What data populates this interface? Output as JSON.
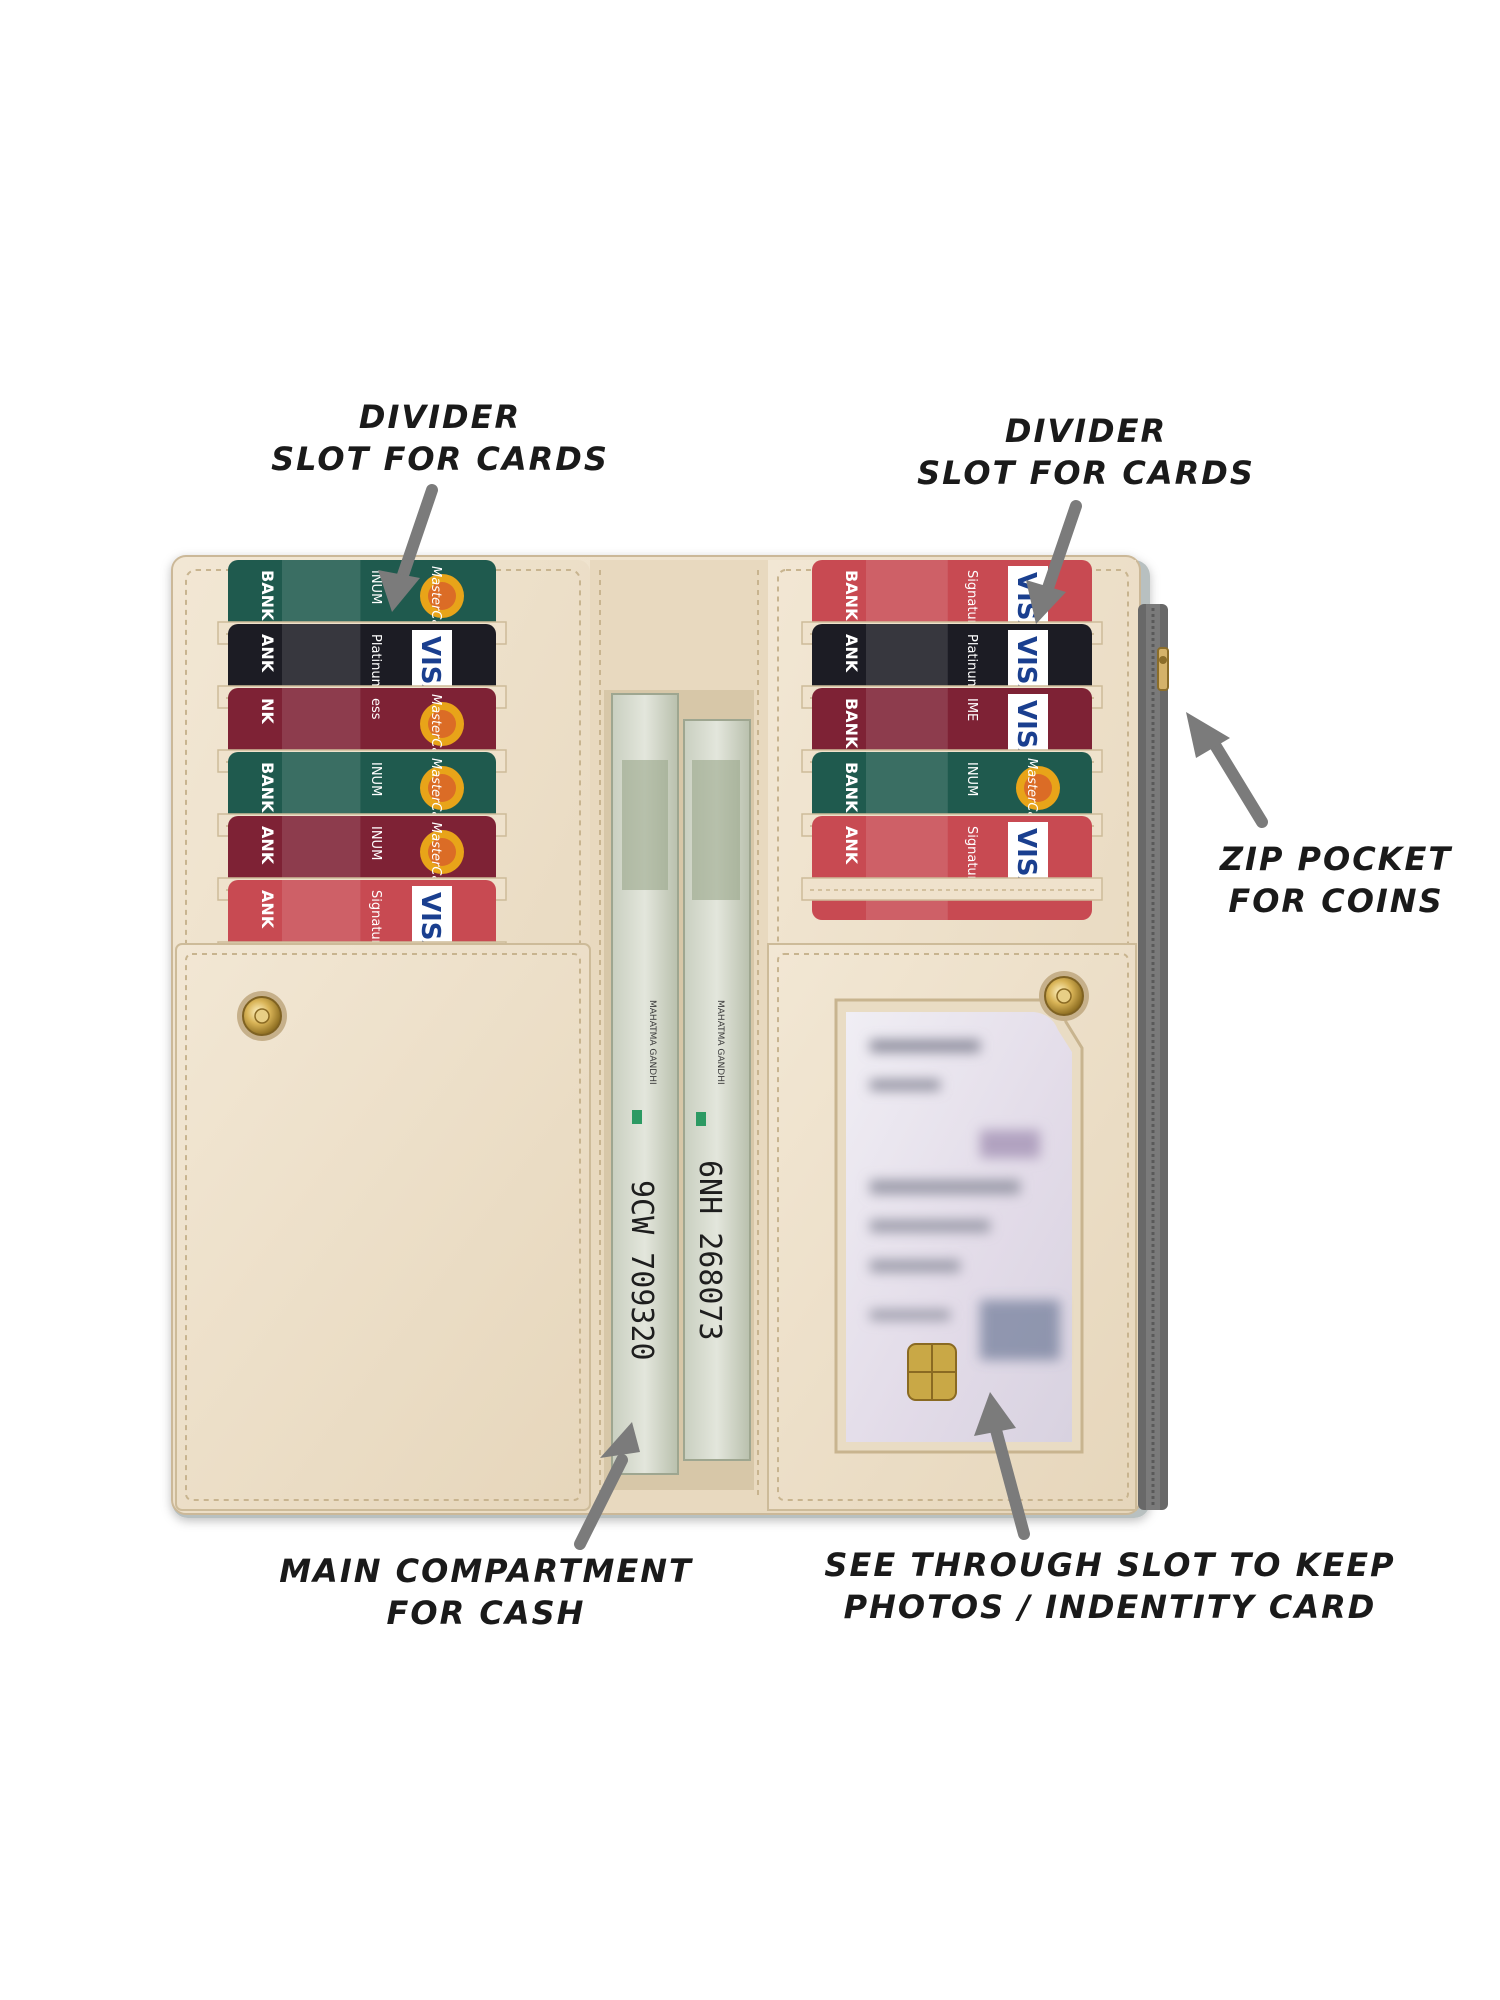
{
  "callouts": {
    "divider_left": {
      "line1": "DIVIDER",
      "line2": "SLOT FOR CARDS"
    },
    "divider_right": {
      "line1": "DIVIDER",
      "line2": "SLOT FOR CARDS"
    },
    "zip_pocket": {
      "line1": "ZIP POCKET",
      "line2": "FOR COINS"
    },
    "main_compartment": {
      "line1": "MAIN COMPARTMENT",
      "line2": "FOR CASH"
    },
    "see_through": {
      "line1": "SEE THROUGH SLOT TO KEEP",
      "line2": "PHOTOS / INDENTITY CARD"
    }
  },
  "banknotes": {
    "left_serial": "9CW 709320",
    "right_serial": "6NH 268073",
    "caption": "MAHATMA GANDHI"
  },
  "cards_left": [
    {
      "bank": "BANK",
      "tier": "INUM",
      "brand": "MasterCard",
      "color": "#1f5a4e"
    },
    {
      "bank": "ANK",
      "tier": "Platinum",
      "brand": "VISA",
      "color": "#1c1c24"
    },
    {
      "bank": "NK",
      "tier": "ess",
      "brand": "MasterCard",
      "color": "#7e2235"
    },
    {
      "bank": "BANK",
      "tier": "INUM",
      "brand": "MasterCard",
      "color": "#1f5a4e"
    },
    {
      "bank": "ANK",
      "tier": "INUM",
      "brand": "MasterCard",
      "color": "#7e2235"
    },
    {
      "bank": "ANK",
      "tier": "Signature",
      "brand": "VISA",
      "color": "#c84a52"
    }
  ],
  "cards_right": [
    {
      "bank": "BANK",
      "tier": "Signature",
      "brand": "VISA",
      "color": "#c84a52"
    },
    {
      "bank": "ANK",
      "tier": "Platinum",
      "brand": "VISA",
      "color": "#1c1c24"
    },
    {
      "bank": "BANK",
      "tier": "IME",
      "brand": "VISA",
      "color": "#7e2235"
    },
    {
      "bank": "BANK",
      "tier": "INUM",
      "brand": "MasterCard",
      "color": "#1f5a4e"
    },
    {
      "bank": "ANK",
      "tier": "Signature",
      "brand": "VISA",
      "color": "#c84a52"
    }
  ],
  "colors": {
    "leather": "#efe2cc",
    "leather_shadow": "#d7c6a9",
    "stitch": "#b9a785",
    "zip": "#6a6a6a",
    "snap": "#c9a44a",
    "arrow": "#7b7b7b"
  }
}
